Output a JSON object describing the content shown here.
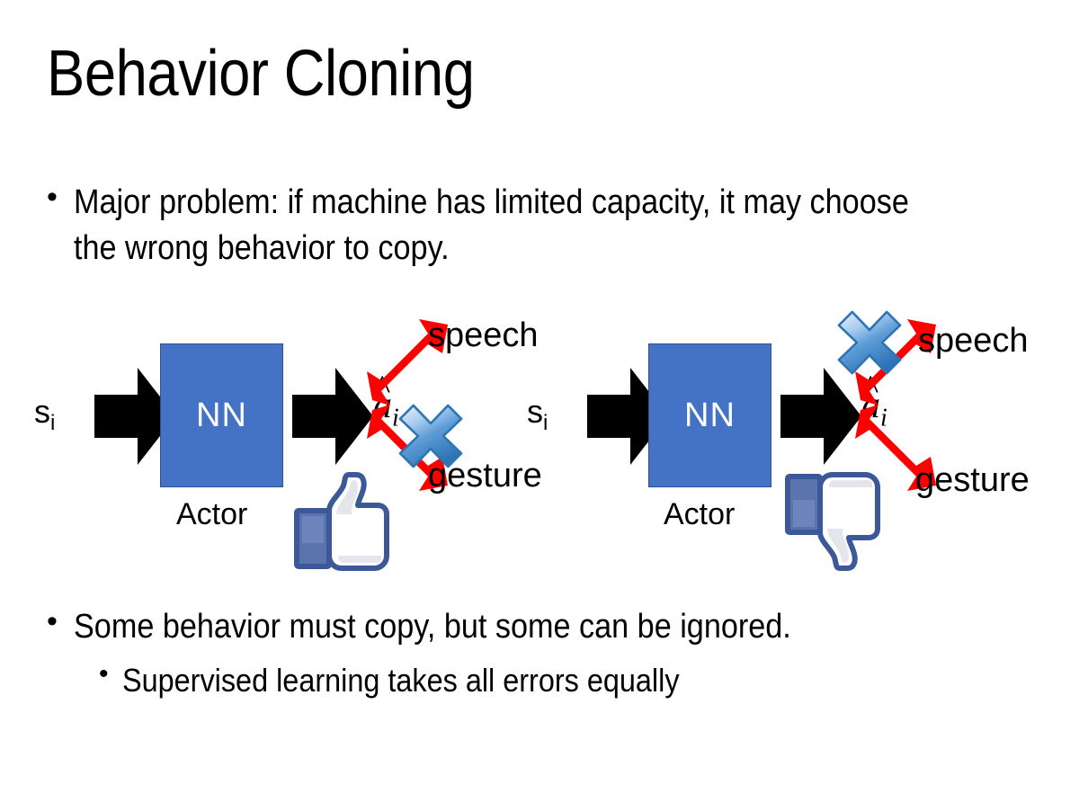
{
  "slide": {
    "title": "Behavior Cloning",
    "background_color": "#FFFFFF"
  },
  "bullets": {
    "top": {
      "marker": "•",
      "text": "Major problem: if machine has limited capacity, it may choose the wrong behavior to copy."
    },
    "bottom_1": {
      "marker": "•",
      "text": "Some behavior must copy, but some can be ignored."
    },
    "bottom_2": {
      "marker": "•",
      "text": "Supervised learning takes all errors equally"
    }
  },
  "diagrams": [
    {
      "id": "left",
      "state_label": "s",
      "state_subscript": "i",
      "nn_label": "NN",
      "actor_label": "Actor",
      "action_label": "a",
      "action_subscript": "i",
      "action_hat": "̂",
      "branches": [
        {
          "name": "speech",
          "label": "speech",
          "crossed": false
        },
        {
          "name": "gesture",
          "label": "gesture",
          "crossed": true
        }
      ],
      "verdict_icon": "thumbs-up",
      "verdict": "good"
    },
    {
      "id": "right",
      "state_label": "s",
      "state_subscript": "i",
      "nn_label": "NN",
      "actor_label": "Actor",
      "action_label": "a",
      "action_subscript": "i",
      "action_hat": "̂",
      "branches": [
        {
          "name": "speech",
          "label": "speech",
          "crossed": true
        },
        {
          "name": "gesture",
          "label": "gesture",
          "crossed": false
        }
      ],
      "verdict_icon": "thumbs-down",
      "verdict": "bad"
    }
  ],
  "colors": {
    "nn_box_fill": "#4472C4",
    "nn_box_border": "#2F528F",
    "nn_text": "#FFFFFF",
    "flow_arrow": "#000000",
    "branch_arrow": "#FF0000",
    "cross_icon_light": "#CFE2F7",
    "cross_icon_mid": "#69A3DD",
    "cross_icon_dark": "#2E74B5",
    "thumb_outline": "#3B5998",
    "thumb_fill": "#FFFFFF",
    "thumb_cuff": "#5C74AE",
    "text": "#000000"
  }
}
